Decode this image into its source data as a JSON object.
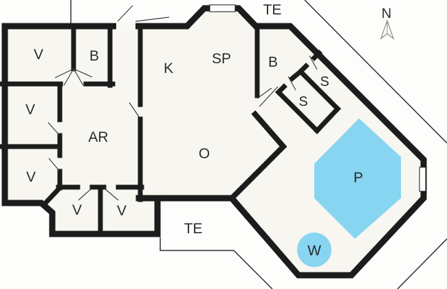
{
  "drawing": {
    "type": "floor-plan",
    "labels": {
      "v1": "V",
      "b1": "B",
      "v2": "V",
      "v3": "V",
      "ar": "AR",
      "v4": "V",
      "v5": "V",
      "k": "K",
      "sp": "SP",
      "o": "O",
      "b2": "B",
      "s1": "S",
      "s2": "S",
      "te_top": "TE",
      "te_bottom": "TE",
      "pool": "P",
      "whirlpool": "W"
    },
    "compass": {
      "north_label": "N"
    },
    "colors": {
      "wall": "#1c1c1c",
      "water": "#87d5f1",
      "room_fill": "#f7f6f1",
      "page_background": "#fdfdfb",
      "label_text": "#2b2b2b",
      "thin_outline": "#2f2f2f",
      "compass_outline": "#8a8a84"
    }
  }
}
